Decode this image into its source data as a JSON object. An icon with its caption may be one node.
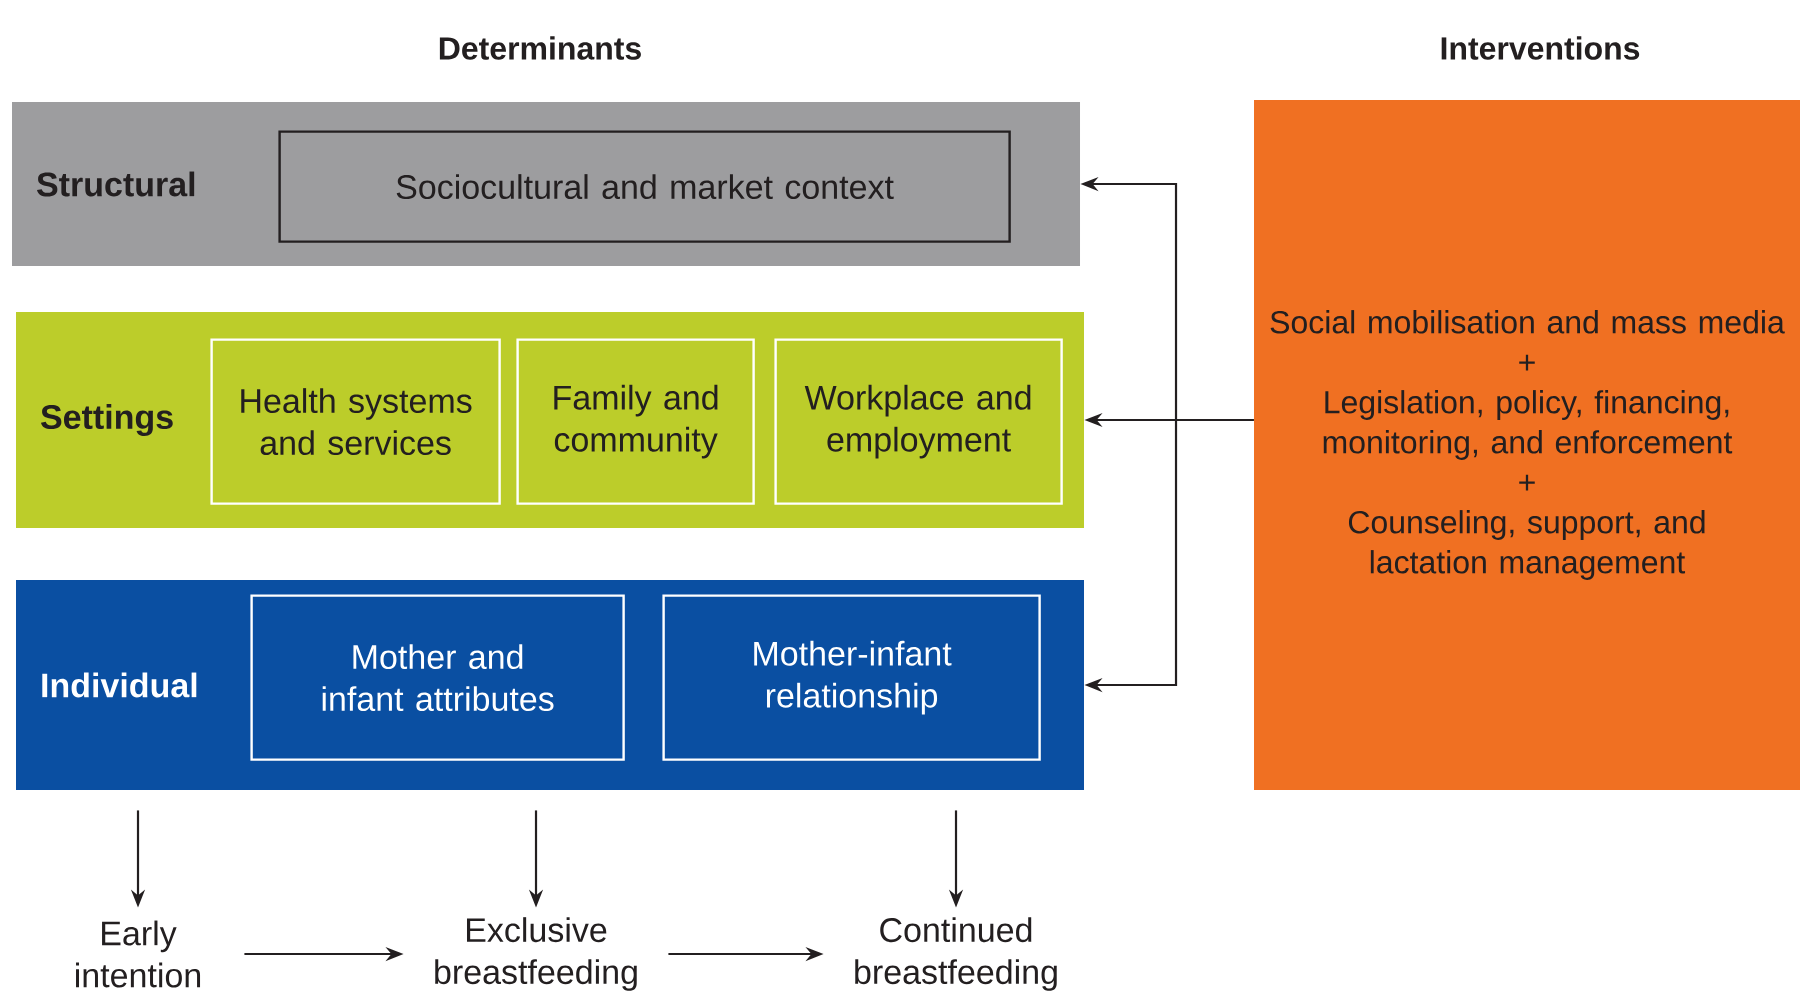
{
  "diagram": {
    "nodes": [
      {
        "text": [
          "Structural"
        ]
      },
      {
        "text": [
          "Sociocultural and market context"
        ],
        "in": 0
      },
      {
        "text": [
          "Settings"
        ]
      },
      {
        "text": [
          "Health systems and services"
        ],
        "in": 2
      },
      {
        "text": [
          "Family and community"
        ],
        "in": 2
      },
      {
        "text": [
          "Workplace and employment"
        ],
        "in": 2
      },
      {
        "text": [
          "Individual"
        ]
      },
      {
        "text": [
          "Mother and infant attributes"
        ],
        "in": 6
      },
      {
        "text": [
          "Mother-infant relationship"
        ],
        "in": 6
      },
      {
        "text": [
          "Social mobilisation and mass media",
          "+",
          "Legislation, policy, financing, monitoring, and enforcement",
          "+",
          "Counseling, support, and lactation management"
        ]
      },
      {
        "text": [
          "Early intention"
        ]
      },
      {
        "text": [
          "Exclusive breastfeeding"
        ]
      },
      {
        "text": [
          "Continued breastfeeding"
        ]
      }
    ],
    "edges": [
      {
        "from": 9,
        "to": 0,
        "arrow": "to"
      },
      {
        "from": 9,
        "to": 2,
        "arrow": "to"
      },
      {
        "from": 9,
        "to": 6,
        "arrow": "to"
      },
      {
        "from": 6,
        "to": 10,
        "arrow": "to"
      },
      {
        "from": 6,
        "to": 11,
        "arrow": "to"
      },
      {
        "from": 6,
        "to": 12,
        "arrow": "to"
      },
      {
        "from": 10,
        "to": 11,
        "arrow": "to"
      },
      {
        "from": 11,
        "to": 12,
        "arrow": "to"
      }
    ],
    "labels": [
      "Determinants",
      "Interventions"
    ]
  }
}
